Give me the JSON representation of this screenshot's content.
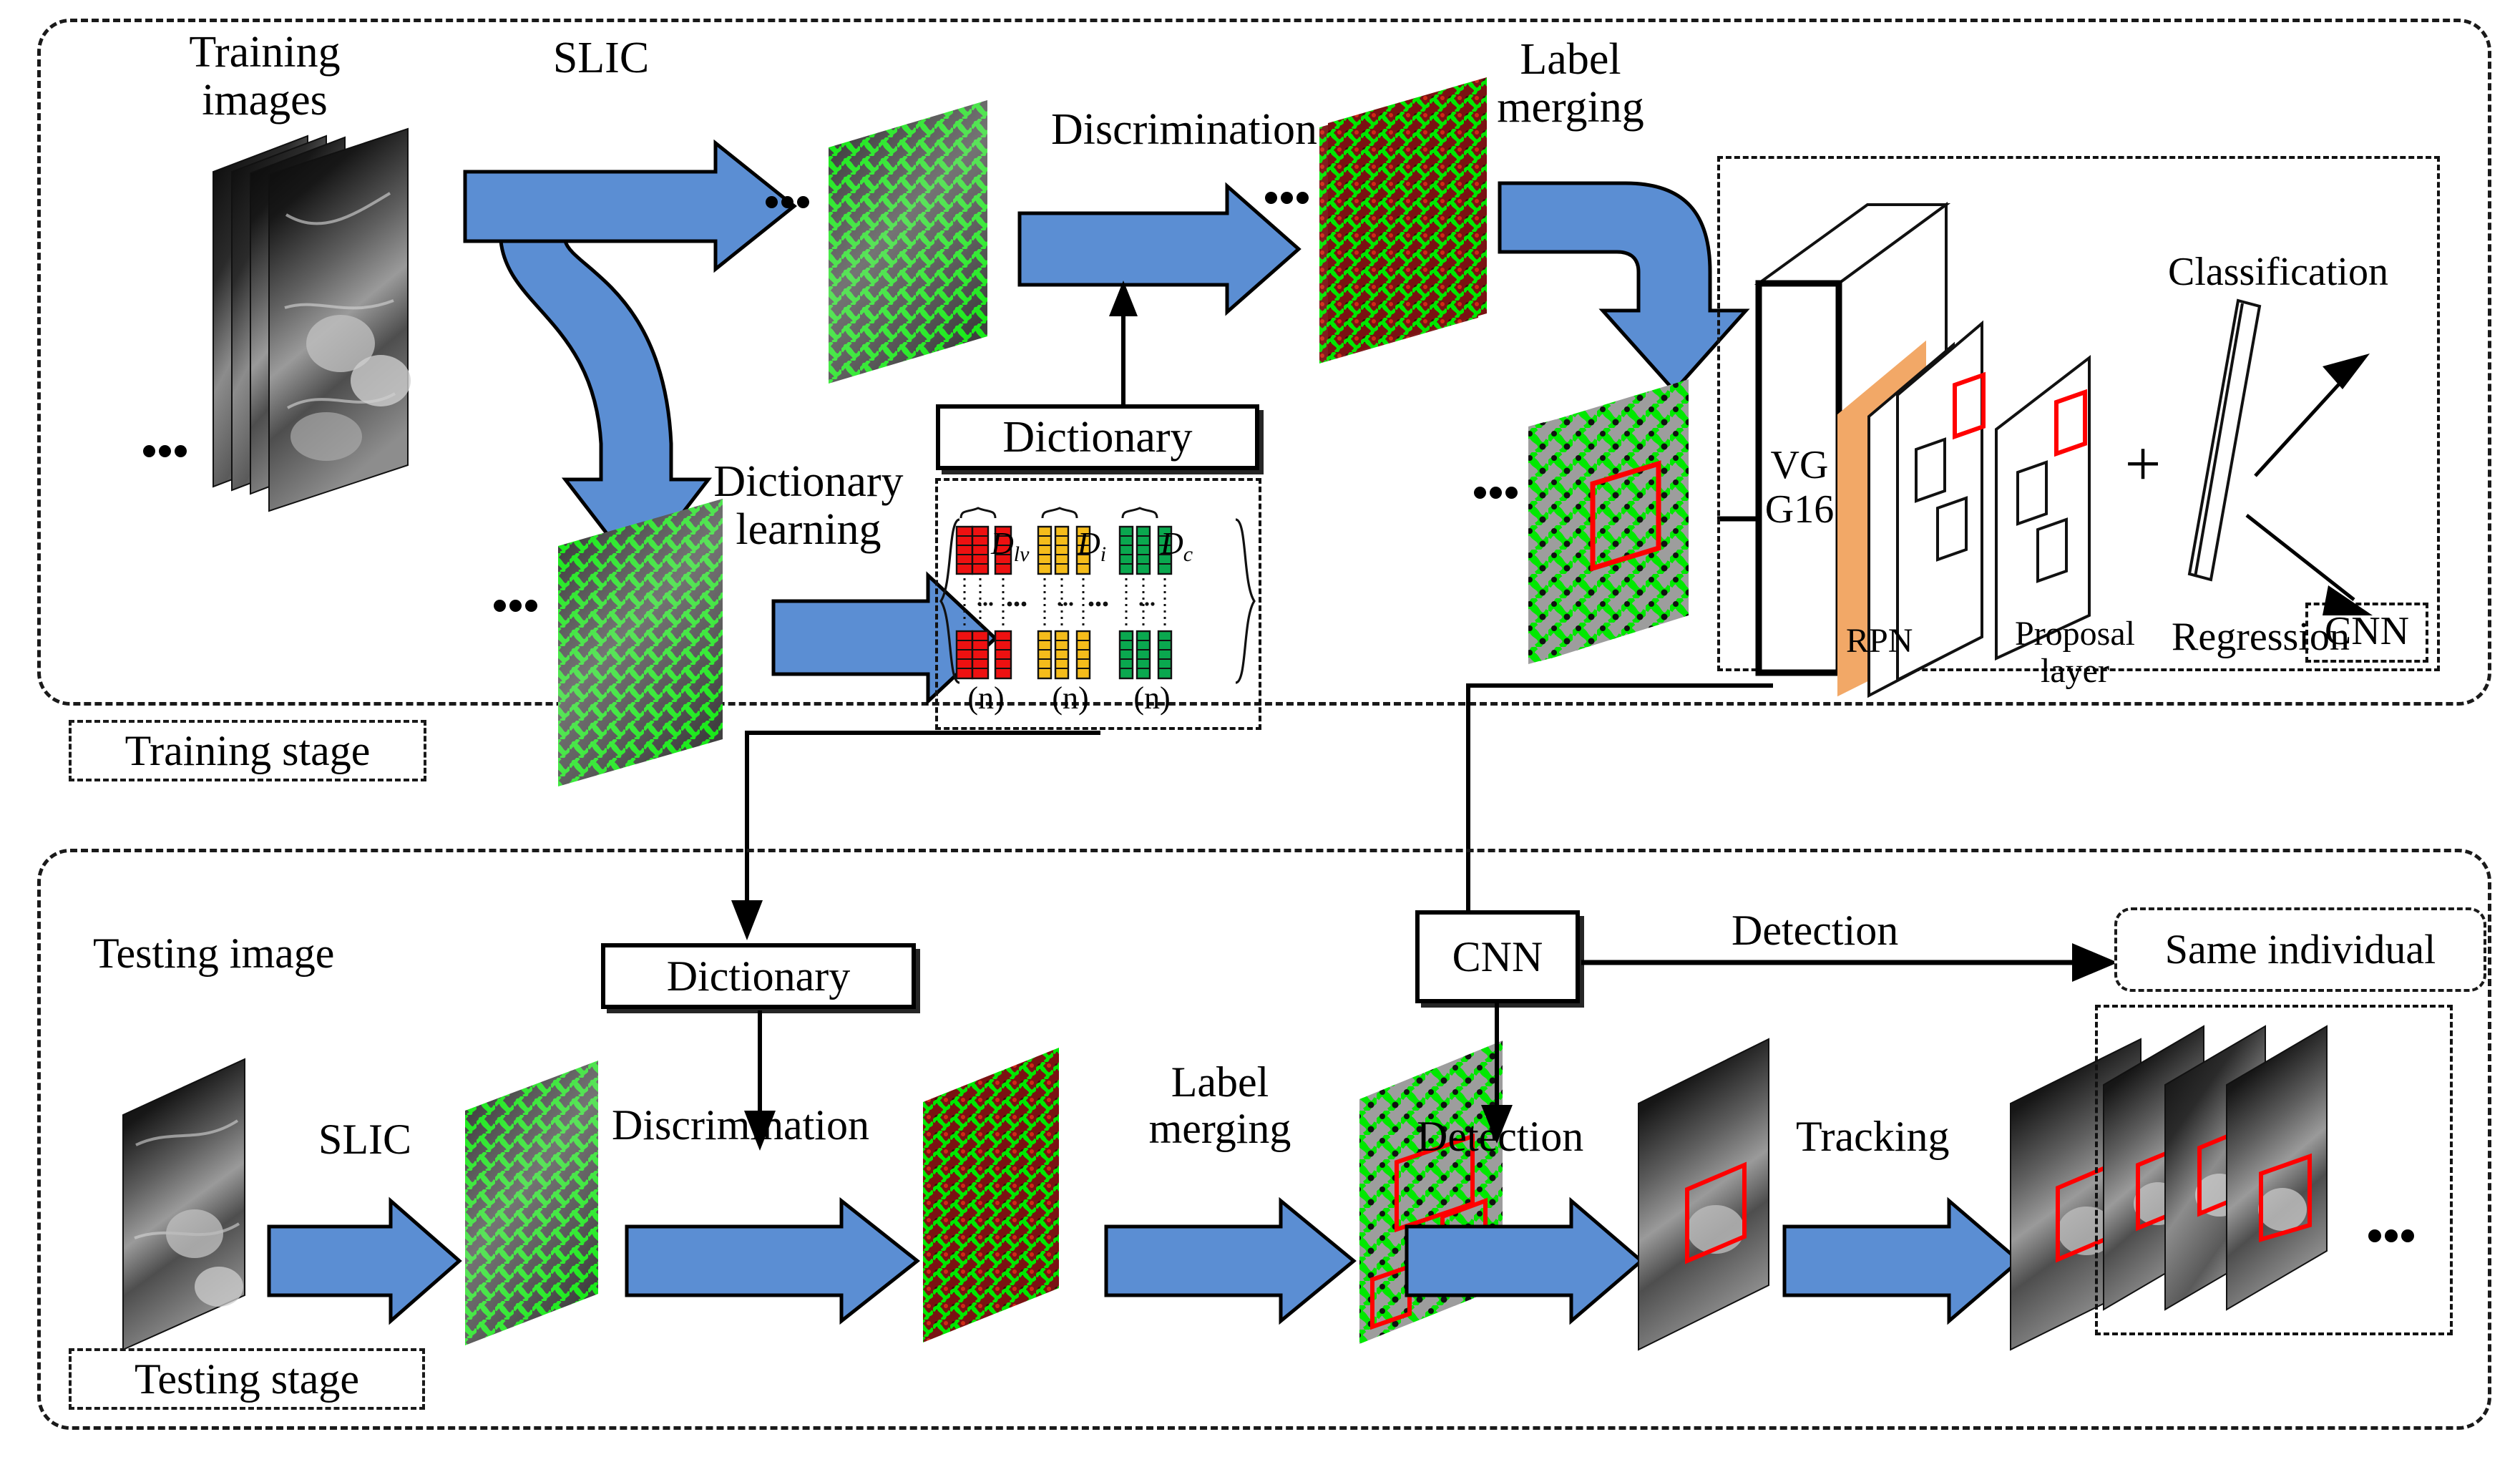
{
  "figure": {
    "accent_blue": "#5b8ed3",
    "accent_orange": "#f2a867",
    "accent_red": "#ff0000",
    "superpixel_green": "#00e800",
    "dict_colors": [
      "#ee1111",
      "#f5bc1b",
      "#0aa84f"
    ]
  },
  "training": {
    "stage_label": "Training stage",
    "images_label": "Training\nimages",
    "slic_label": "SLIC",
    "discrimination_label": "Discrimination",
    "label_merging_label": "Label\nmerging",
    "dictionary_box_label": "Dictionary",
    "dictionary_learning_label": "Dictionary\nlearning",
    "ellipsis": "…",
    "dictionary_groups": [
      {
        "symbol": "D",
        "sub": "lv",
        "count_label": "(n)",
        "color": "#ee1111"
      },
      {
        "symbol": "D",
        "sub": "i",
        "count_label": "(n)",
        "color": "#f5bc1b"
      },
      {
        "symbol": "D",
        "sub": "c",
        "count_label": "(n)",
        "color": "#0aa84f"
      }
    ]
  },
  "cnn": {
    "box_label": "CNN",
    "backbone_label": "VG\nG16",
    "rpn_label": "RPN",
    "proposal_label": "Proposal\nlayer",
    "plus_label": "+",
    "classification_label": "Classification",
    "regression_label": "Regression"
  },
  "testing": {
    "stage_label": "Testing stage",
    "image_label": "Testing image",
    "slic_label": "SLIC",
    "dictionary_box_label": "Dictionary",
    "discrimination_label": "Discrimination",
    "label_merging_label": "Label\nmerging",
    "detection_label": "Detection",
    "tracking_label": "Tracking",
    "cnn_box_label": "CNN",
    "detection_top_label": "Detection",
    "same_individual_label": "Same individual",
    "ellipsis": "…"
  }
}
